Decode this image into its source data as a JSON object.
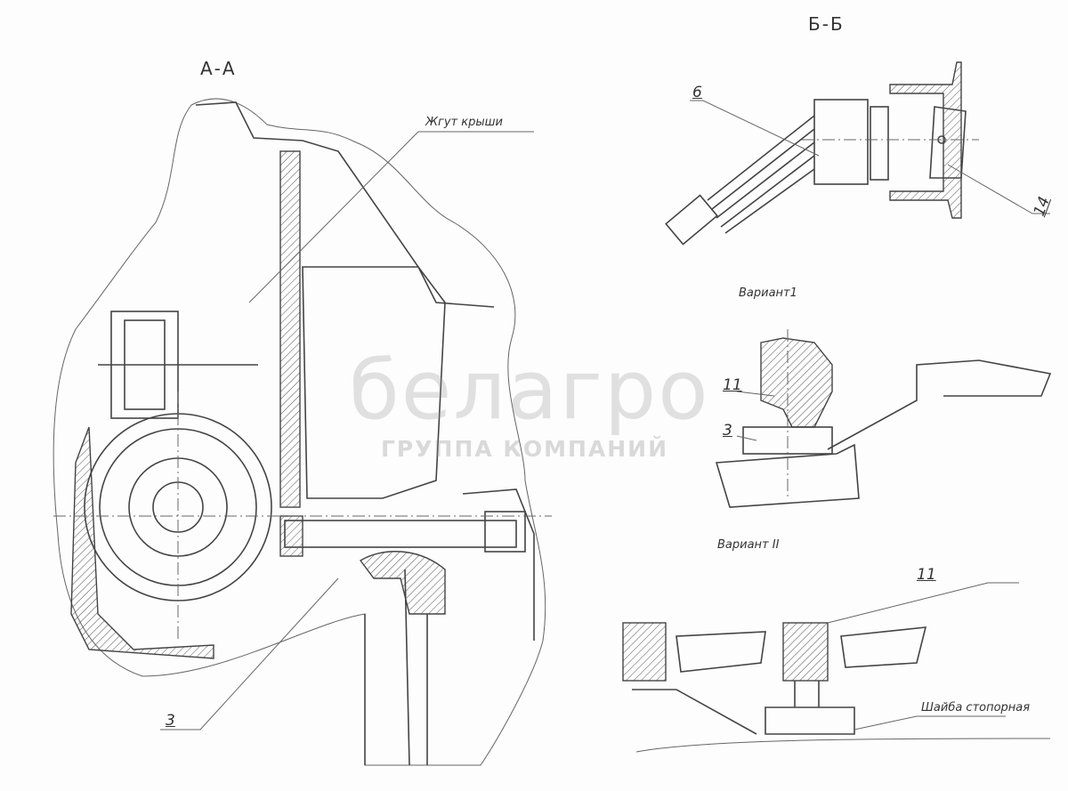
{
  "sections": {
    "aa": "А-А",
    "bb": "Б-Б"
  },
  "callouts": {
    "harness": "Жгут крыши",
    "part3_main": "3",
    "part6": "6",
    "part14": "14",
    "variant1": "Вариант1",
    "part11_v1": "11",
    "part3_v1": "3",
    "variant2": "Вариант II",
    "part11_v2": "11",
    "lock_washer": "Шайба стопорная"
  },
  "watermark": {
    "brand": "белагро",
    "tagline": "ГРУППА КОМПАНИЙ"
  }
}
